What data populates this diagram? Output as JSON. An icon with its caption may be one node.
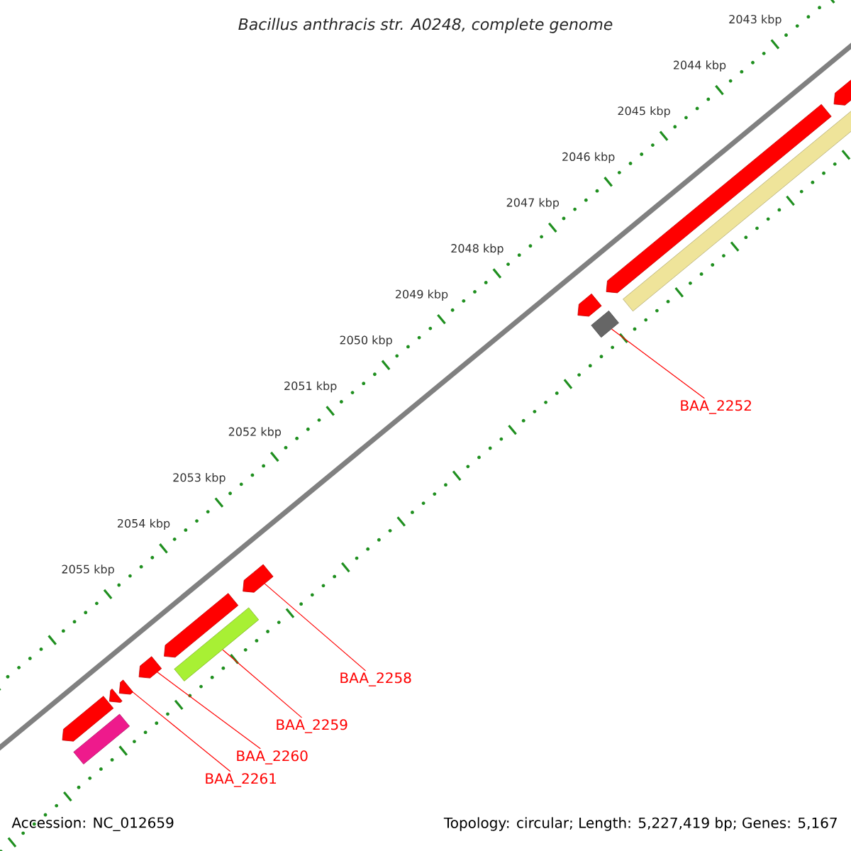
{
  "diagram": {
    "title": "Bacillus anthracis str. A0248, complete genome",
    "nodes": [
      {
        "text": [],
        "shape": "arrow"
      },
      {
        "text": [],
        "shape": "bar"
      },
      {
        "text": [],
        "shape": "triangle"
      },
      {
        "text": [],
        "shape": "triangle"
      },
      {
        "text": [],
        "shape": "arrow"
      },
      {
        "text": [],
        "shape": "arrow"
      },
      {
        "text": [],
        "shape": "bar"
      },
      {
        "text": [],
        "shape": "arrow"
      },
      {
        "text": [],
        "shape": "bar"
      },
      {
        "text": [],
        "shape": "arrow"
      },
      {
        "text": [],
        "shape": "arrow"
      },
      {
        "text": [],
        "shape": "bar"
      },
      {
        "text": [],
        "shape": "arrow"
      },
      {
        "text": [
          "BAA_2252"
        ]
      },
      {
        "text": [
          "BAA_2258"
        ]
      },
      {
        "text": [
          "BAA_2259"
        ]
      },
      {
        "text": [
          "BAA_2260"
        ]
      },
      {
        "text": [
          "BAA_2261"
        ]
      }
    ],
    "edges": [
      {
        "from": 13,
        "to": 8,
        "arrow": "none"
      },
      {
        "from": 14,
        "to": 7,
        "arrow": "none"
      },
      {
        "from": 15,
        "to": 6,
        "arrow": "none"
      },
      {
        "from": 16,
        "to": 4,
        "arrow": "none"
      },
      {
        "from": 17,
        "to": 3,
        "arrow": "none"
      }
    ],
    "labels": [
      "2043 kbp",
      "2044 kbp",
      "2045 kbp",
      "2046 kbp",
      "2047 kbp",
      "2048 kbp",
      "2049 kbp",
      "2050 kbp",
      "2051 kbp",
      "2052 kbp",
      "2053 kbp",
      "2054 kbp",
      "2055 kbp",
      "Accession: NC_012659",
      "Topology: circular; Length: 5,227,419 bp; Genes: 5,167"
    ]
  }
}
